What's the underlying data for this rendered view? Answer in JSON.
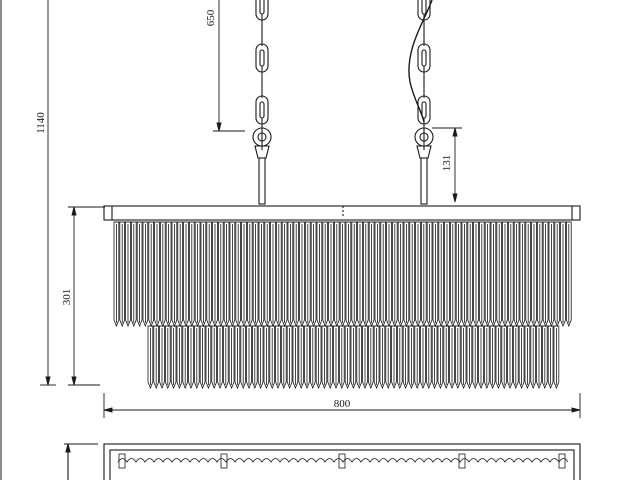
{
  "drawing": {
    "dimensions": {
      "total_height": "1140",
      "chain_drop": "650",
      "hook_height": "131",
      "body_height": "301",
      "width": "800"
    },
    "colors": {
      "line": "#1a1a1a",
      "background": "#ffffff"
    }
  }
}
